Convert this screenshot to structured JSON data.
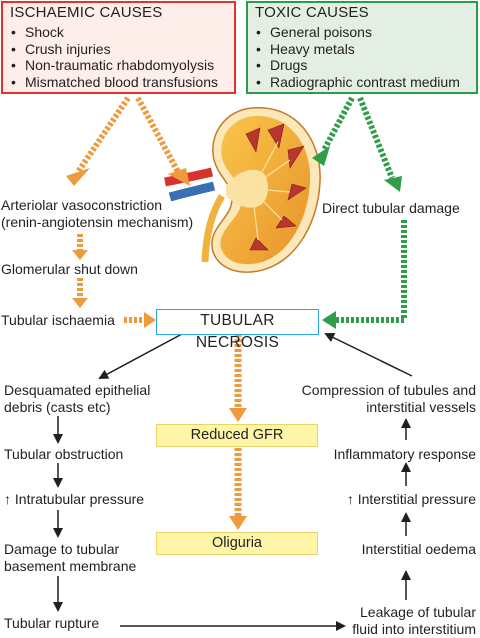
{
  "ischaemic": {
    "title": "ISCHAEMIC CAUSES",
    "items": [
      "Shock",
      "Crush injuries",
      "Non-traumatic rhabdomyolysis",
      "Mismatched blood transfusions"
    ]
  },
  "toxic": {
    "title": "TOXIC CAUSES",
    "items": [
      "General poisons",
      "Heavy metals",
      "Drugs",
      "Radiographic contrast medium"
    ]
  },
  "left_chain": {
    "vasoconstriction_1": "Arteriolar vasoconstriction",
    "vasoconstriction_2": "(renin-angiotensin mechanism)",
    "glomerular": "Glomerular shut down",
    "tubular_ischaemia": "Tubular ischaemia"
  },
  "right_chain": {
    "direct_damage": "Direct tubular damage"
  },
  "center": {
    "necrosis": "TUBULAR NECROSIS",
    "gfr": "Reduced GFR",
    "oliguria": "Oliguria"
  },
  "lower_left": {
    "debris_1": "Desquamated epithelial",
    "debris_2": "debris (casts etc)",
    "obstruction": "Tubular obstruction",
    "pressure": "↑ Intratubular pressure",
    "damage_1": "Damage to tubular",
    "damage_2": "basement membrane",
    "rupture": "Tubular rupture"
  },
  "lower_right": {
    "compression_1": "Compression of tubules and",
    "compression_2": "interstitial vessels",
    "inflammatory": "Inflammatory response",
    "pressure": "↑ Interstitial pressure",
    "oedema": "Interstitial oedema",
    "leakage_1": "Leakage of tubular",
    "leakage_2": "fluid into interstitium"
  },
  "colors": {
    "ischaemic_border": "#e2322b",
    "toxic_border": "#2a9d48",
    "necrosis_border": "#2aa7e0",
    "orange_arrow": "#ef9a3c",
    "green_arrow": "#2f9d49",
    "yellow_box": "#fef6a6"
  },
  "illustration": "kidney"
}
